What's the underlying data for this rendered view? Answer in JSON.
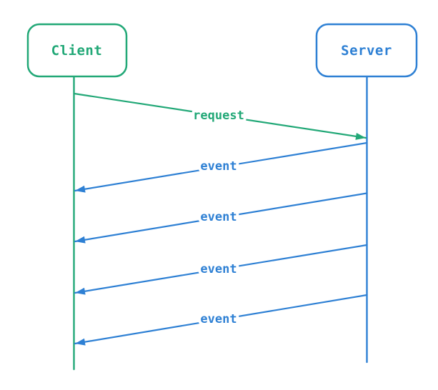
{
  "diagram": {
    "type": "sequence",
    "background": "#ffffff",
    "actors": [
      {
        "name": "Client",
        "color": "#22a877"
      },
      {
        "name": "Server",
        "color": "#2e80d4"
      }
    ],
    "messages": [
      {
        "label": "request",
        "from": "Client",
        "to": "Server",
        "color": "#22a877"
      },
      {
        "label": "event",
        "from": "Server",
        "to": "Client",
        "color": "#2e80d4"
      },
      {
        "label": "event",
        "from": "Server",
        "to": "Client",
        "color": "#2e80d4"
      },
      {
        "label": "event",
        "from": "Server",
        "to": "Client",
        "color": "#2e80d4"
      },
      {
        "label": "event",
        "from": "Server",
        "to": "Client",
        "color": "#2e80d4"
      }
    ]
  }
}
